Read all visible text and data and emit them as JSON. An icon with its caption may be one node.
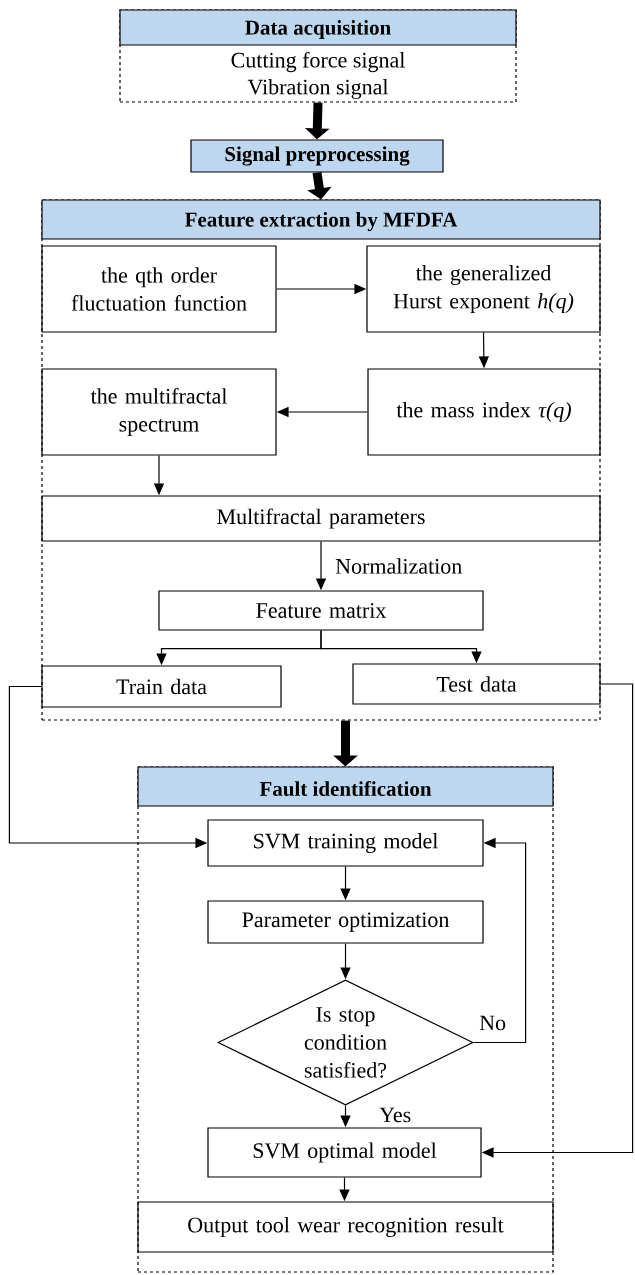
{
  "diagram": {
    "nodes": [
      {
        "text": [
          "Data acquisition",
          "Cutting force signal",
          "Vibration signal"
        ]
      },
      {
        "text": [
          "Signal preprocessing"
        ]
      },
      {
        "text": [
          "Feature extraction by MFDFA"
        ]
      },
      {
        "text": [
          "the qth order fluctuation function"
        ],
        "in": 2
      },
      {
        "text": [
          "the generalized Hurst exponent *h(q)*"
        ],
        "in": 2
      },
      {
        "text": [
          "the mass index *τ(q)*"
        ],
        "in": 2
      },
      {
        "text": [
          "the multifractal spectrum"
        ],
        "in": 2
      },
      {
        "text": [
          "Multifractal parameters"
        ],
        "in": 2
      },
      {
        "text": [
          "Feature matrix"
        ],
        "in": 2
      },
      {
        "text": [
          "Train data"
        ],
        "in": 2
      },
      {
        "text": [
          "Test data"
        ],
        "in": 2
      },
      {
        "text": [
          "Fault identification"
        ]
      },
      {
        "text": [
          "SVM training model"
        ],
        "in": 11
      },
      {
        "text": [
          "Parameter optimization"
        ],
        "in": 11
      },
      {
        "text": [
          "Is stop condition satisfied?"
        ],
        "in": 11
      },
      {
        "text": [
          "SVM optimal model"
        ],
        "in": 11
      },
      {
        "text": [
          "Output tool wear recognition result"
        ],
        "in": 11
      }
    ],
    "edges": [
      {
        "from": 0,
        "to": 1,
        "arrow": "to",
        "style": "thick"
      },
      {
        "from": 1,
        "to": 2,
        "arrow": "to",
        "style": "thick"
      },
      {
        "from": 2,
        "to": 11,
        "arrow": "to",
        "style": "thick"
      },
      {
        "from": 3,
        "to": 4,
        "arrow": "to"
      },
      {
        "from": 4,
        "to": 5,
        "arrow": "to"
      },
      {
        "from": 5,
        "to": 6,
        "arrow": "to"
      },
      {
        "from": 6,
        "to": 7,
        "arrow": "to"
      },
      {
        "from": 7,
        "to": 8,
        "arrow": "to",
        "label": "Normalization"
      },
      {
        "from": 8,
        "to": 9,
        "arrow": "to"
      },
      {
        "from": 8,
        "to": 10,
        "arrow": "to"
      },
      {
        "from": 9,
        "to": 12,
        "arrow": "to"
      },
      {
        "from": 10,
        "to": 15,
        "arrow": "to"
      },
      {
        "from": 12,
        "to": 13,
        "arrow": "to"
      },
      {
        "from": 13,
        "to": 14,
        "arrow": "to"
      },
      {
        "from": 14,
        "to": 12,
        "arrow": "to",
        "label": "No"
      },
      {
        "from": 14,
        "to": 15,
        "arrow": "to",
        "label": "Yes"
      },
      {
        "from": 15,
        "to": 16,
        "arrow": "to"
      }
    ]
  }
}
